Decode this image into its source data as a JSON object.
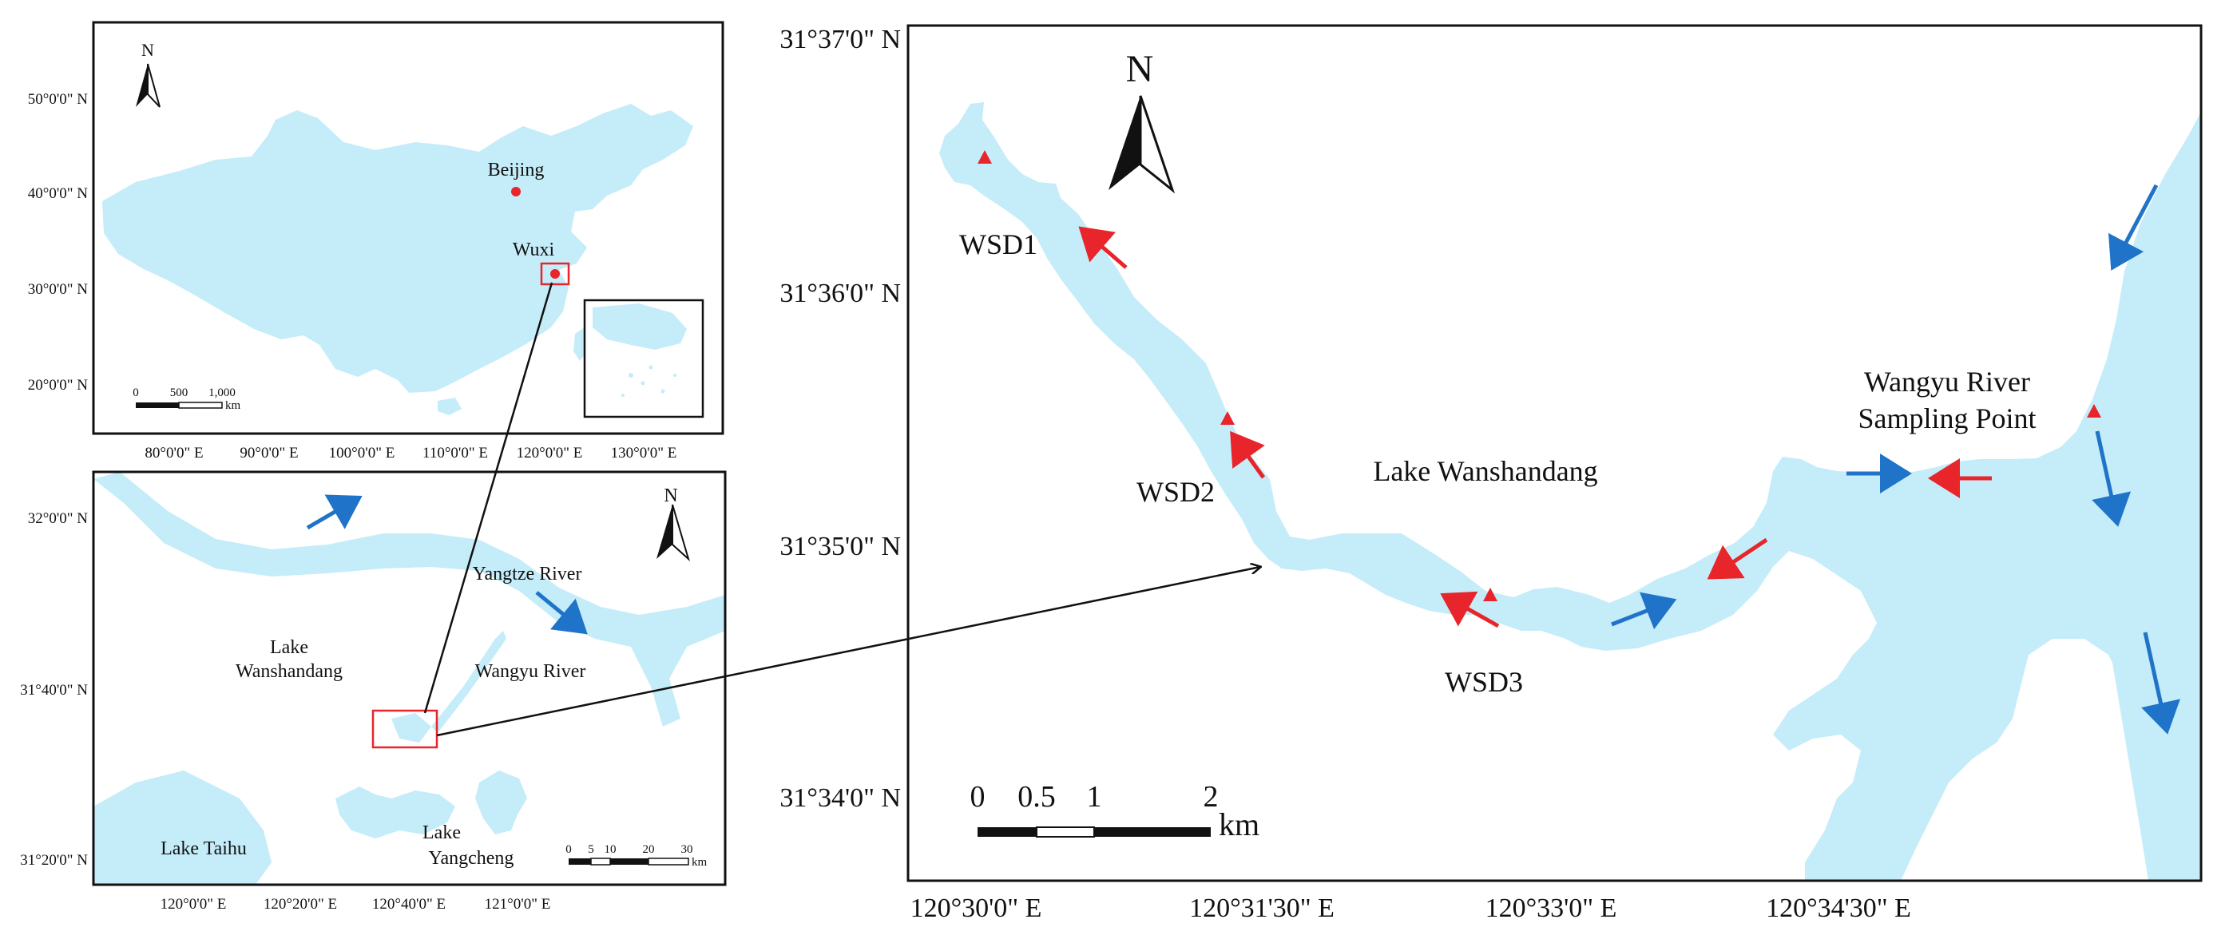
{
  "colors": {
    "water": "#c5ecf9",
    "red": "#e8252a",
    "blue": "#1f73c8",
    "frame": "#111111"
  },
  "china_map": {
    "north_label": "N",
    "lat_ticks": [
      "50°0'0\" N",
      "40°0'0\" N",
      "30°0'0\" N",
      "20°0'0\" N"
    ],
    "lon_ticks": [
      "80°0'0\" E",
      "90°0'0\" E",
      "100°0'0\" E",
      "110°0'0\" E",
      "120°0'0\" E",
      "130°0'0\" E"
    ],
    "cities": [
      {
        "name": "Beijing"
      },
      {
        "name": "Wuxi"
      }
    ],
    "scale": {
      "labels": [
        "0",
        "500",
        "1,000"
      ],
      "unit": "km"
    }
  },
  "regional_map": {
    "north_label": "N",
    "lat_ticks": [
      "32°0'0\" N",
      "31°40'0\" N",
      "31°20'0\" N"
    ],
    "lon_ticks": [
      "120°0'0\" E",
      "120°20'0\" E",
      "120°40'0\" E",
      "121°0'0\" E"
    ],
    "labels": {
      "yangtze": "Yangtze River",
      "lake_wanshandang_1": "Lake",
      "lake_wanshandang_2": "Wanshandang",
      "wangyu": "Wangyu River",
      "lake_taihu": "Lake Taihu",
      "lake_yangcheng_1": "Lake",
      "lake_yangcheng_2": "Yangcheng"
    },
    "scale": {
      "labels": [
        "0",
        "5",
        "10",
        "20",
        "30"
      ],
      "unit": "km"
    }
  },
  "detail_map": {
    "north_label": "N",
    "lat_ticks": [
      "31°37'0\" N",
      "31°36'0\" N",
      "31°35'0\" N",
      "31°34'0\" N"
    ],
    "lon_ticks": [
      "120°30'0\" E",
      "120°31'30\" E",
      "120°33'0\" E",
      "120°34'30\" E"
    ],
    "lake_label": "Lake Wanshandang",
    "sites": [
      {
        "name": "WSD1"
      },
      {
        "name": "WSD2"
      },
      {
        "name": "WSD3"
      },
      {
        "name": "Wangyu River",
        "name2": "Sampling Point"
      }
    ],
    "scale": {
      "labels": [
        "0",
        "0.5",
        "1",
        "2"
      ],
      "unit": "km"
    }
  }
}
